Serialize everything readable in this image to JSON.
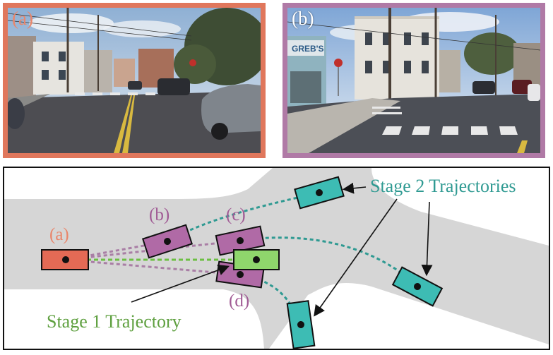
{
  "panels": {
    "a": {
      "label": "(a)"
    },
    "b": {
      "label": "(b)",
      "shop_sign": "GREB'S"
    }
  },
  "diagram": {
    "labels": {
      "a": "(a)",
      "b": "(b)",
      "c": "(c)",
      "d": "(d)",
      "stage1": "Stage 1 Trajectory",
      "stage2": "Stage 2 Trajectories"
    }
  },
  "colors": {
    "panel_a_border": "#e0775c",
    "panel_b_border": "#b07aa6",
    "label_a": "#e9866b",
    "label_bcd": "#a05a94",
    "vehicle_a": "#e46a55",
    "vehicle_bcd": "#b06aa6",
    "vehicle_stage1": "#8fd66c",
    "vehicle_stage2": "#3dbcb4",
    "stage1_text": "#5fa040",
    "stage2_text": "#2f9a92",
    "road": "#d6d6d6"
  }
}
